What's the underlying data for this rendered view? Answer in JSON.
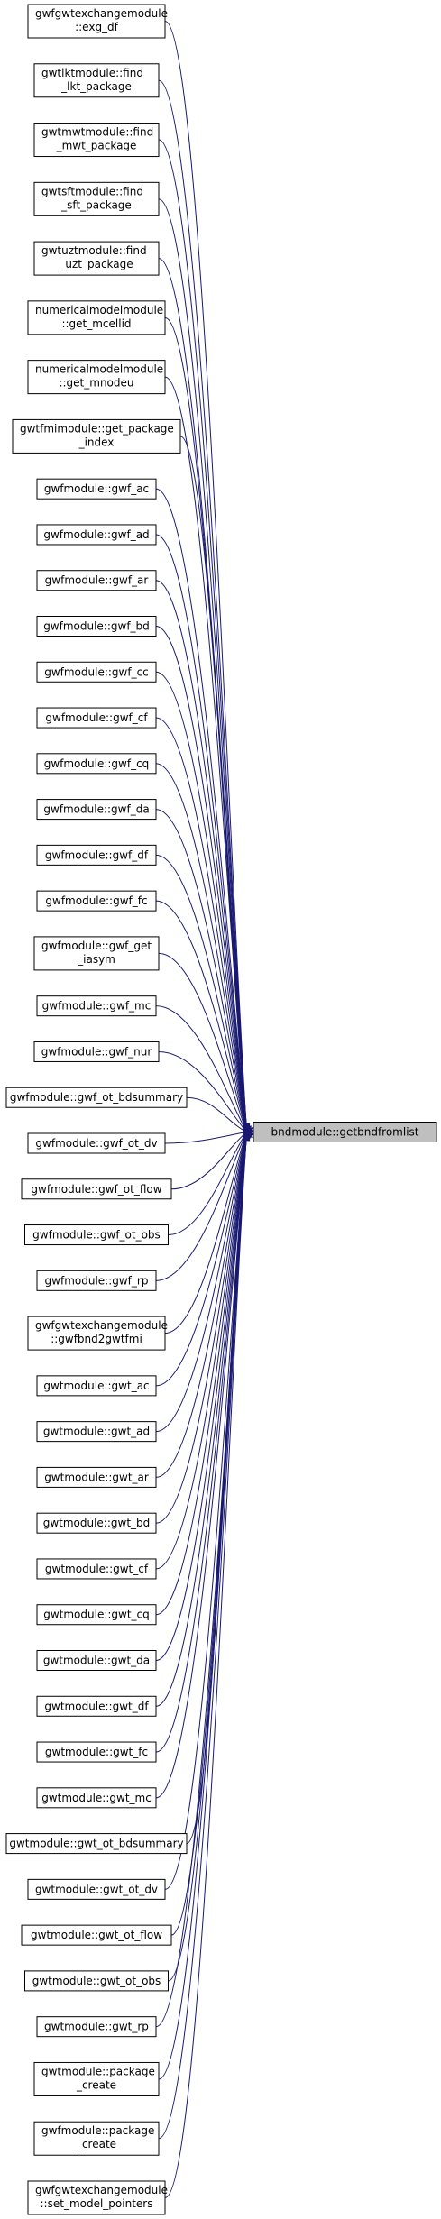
{
  "target": {
    "label": "bndmodule::getbndfromlist",
    "fill": "#bfbfbf"
  },
  "edge_color": "#191970",
  "callers": [
    {
      "lines": [
        "gwfgwtexchangemodule",
        "::exg_df"
      ]
    },
    {
      "lines": [
        "gwtlktmodule::find",
        "_lkt_package"
      ]
    },
    {
      "lines": [
        "gwtmwtmodule::find",
        "_mwt_package"
      ]
    },
    {
      "lines": [
        "gwtsftmodule::find",
        "_sft_package"
      ]
    },
    {
      "lines": [
        "gwtuztmodule::find",
        "_uzt_package"
      ]
    },
    {
      "lines": [
        "numericalmodelmodule",
        "::get_mcellid"
      ]
    },
    {
      "lines": [
        "numericalmodelmodule",
        "::get_mnodeu"
      ]
    },
    {
      "lines": [
        "gwtfmimodule::get_package",
        "_index"
      ]
    },
    {
      "lines": [
        "gwfmodule::gwf_ac"
      ]
    },
    {
      "lines": [
        "gwfmodule::gwf_ad"
      ]
    },
    {
      "lines": [
        "gwfmodule::gwf_ar"
      ]
    },
    {
      "lines": [
        "gwfmodule::gwf_bd"
      ]
    },
    {
      "lines": [
        "gwfmodule::gwf_cc"
      ]
    },
    {
      "lines": [
        "gwfmodule::gwf_cf"
      ]
    },
    {
      "lines": [
        "gwfmodule::gwf_cq"
      ]
    },
    {
      "lines": [
        "gwfmodule::gwf_da"
      ]
    },
    {
      "lines": [
        "gwfmodule::gwf_df"
      ]
    },
    {
      "lines": [
        "gwfmodule::gwf_fc"
      ]
    },
    {
      "lines": [
        "gwfmodule::gwf_get",
        "_iasym"
      ]
    },
    {
      "lines": [
        "gwfmodule::gwf_mc"
      ]
    },
    {
      "lines": [
        "gwfmodule::gwf_nur"
      ]
    },
    {
      "lines": [
        "gwfmodule::gwf_ot_bdsummary"
      ]
    },
    {
      "lines": [
        "gwfmodule::gwf_ot_dv"
      ]
    },
    {
      "lines": [
        "gwfmodule::gwf_ot_flow"
      ]
    },
    {
      "lines": [
        "gwfmodule::gwf_ot_obs"
      ]
    },
    {
      "lines": [
        "gwfmodule::gwf_rp"
      ]
    },
    {
      "lines": [
        "gwfgwtexchangemodule",
        "::gwfbnd2gwtfmi"
      ]
    },
    {
      "lines": [
        "gwtmodule::gwt_ac"
      ]
    },
    {
      "lines": [
        "gwtmodule::gwt_ad"
      ]
    },
    {
      "lines": [
        "gwtmodule::gwt_ar"
      ]
    },
    {
      "lines": [
        "gwtmodule::gwt_bd"
      ]
    },
    {
      "lines": [
        "gwtmodule::gwt_cf"
      ]
    },
    {
      "lines": [
        "gwtmodule::gwt_cq"
      ]
    },
    {
      "lines": [
        "gwtmodule::gwt_da"
      ]
    },
    {
      "lines": [
        "gwtmodule::gwt_df"
      ]
    },
    {
      "lines": [
        "gwtmodule::gwt_fc"
      ]
    },
    {
      "lines": [
        "gwtmodule::gwt_mc"
      ]
    },
    {
      "lines": [
        "gwtmodule::gwt_ot_bdsummary"
      ]
    },
    {
      "lines": [
        "gwtmodule::gwt_ot_dv"
      ]
    },
    {
      "lines": [
        "gwtmodule::gwt_ot_flow"
      ]
    },
    {
      "lines": [
        "gwtmodule::gwt_ot_obs"
      ]
    },
    {
      "lines": [
        "gwtmodule::gwt_rp"
      ]
    },
    {
      "lines": [
        "gwtmodule::package",
        "_create"
      ]
    },
    {
      "lines": [
        "gwfmodule::package",
        "_create"
      ]
    },
    {
      "lines": [
        "gwfgwtexchangemodule",
        "::set_model_pointers"
      ]
    }
  ]
}
